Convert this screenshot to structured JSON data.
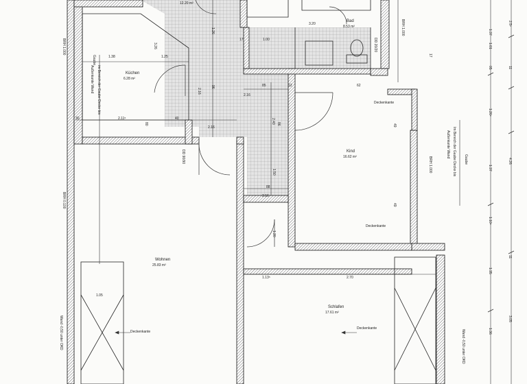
{
  "rooms": {
    "kitchen": {
      "name": "Küchen",
      "area": "6.28 m²"
    },
    "living": {
      "name": "Wohnen",
      "area": "25.83 m²"
    },
    "bath": {
      "name": "Bad",
      "area": "8.53 m²"
    },
    "child": {
      "name": "Kind",
      "area": "16.62 m²"
    },
    "sleep": {
      "name": "Schlafen",
      "area": "17.61 m²"
    },
    "hall_area": "12.20 m²"
  },
  "notes": {
    "gaube_kitchen": [
      "Gaube",
      "im Bereich der Gaube Decke bis",
      "Außenkante Wand"
    ],
    "gaube_child": [
      "Im Bereich der Gaube Decke bis",
      "Außenkante Wand",
      "Gaube"
    ],
    "wall_left": "Wand -0,50 unter OKD",
    "wall_right": "Wand -0,50 unter OKD",
    "ceiling_edge": "Deckenkante",
    "brh_left": "BRH 1.000",
    "brh_left_low": "BRH 0.100",
    "brh_right_top": "BRH 1.000",
    "brh_right_mid": "BRH 1.000",
    "door_dd_kitchen": "DD 90/90",
    "door_dd_bath": "DD 20/20"
  },
  "dimensions": {
    "d_138": "1.38",
    "d_125": "1.25",
    "d_326": "3.26",
    "d_211": "2.11⁵",
    "d_30": "30",
    "d_40": "40",
    "d_216a": "2.16",
    "d_216b": "2.16",
    "d_216c": "2.16",
    "d_216d": "2.16",
    "d_126": "1.26",
    "d_85": "85",
    "d_96": "96",
    "d_86": "86",
    "d_240": "2.40",
    "d_320": "3.20",
    "d_100": "1.00",
    "d_17": "17",
    "d_113": "1.13⁵",
    "d_270": "2.70",
    "d_105": "1.05",
    "d_150": "1.50",
    "d_120": "1.20",
    "d_62": "62",
    "d_49": "49",
    "d_12": "12",
    "d_88": "88",
    "d_80": "80",
    "r_101": "1.01",
    "r_137": "1.37",
    "r_05": "05",
    "r_126": "1.26⁵",
    "r_426": "4.26",
    "r_137b": "1.37",
    "r_110": "1.10⁵",
    "r_135": "1.35",
    "r_136": "1.36",
    "r_305": "3.05",
    "r_25": "2.5⁵",
    "r_11": "11",
    "r_17": "17"
  }
}
